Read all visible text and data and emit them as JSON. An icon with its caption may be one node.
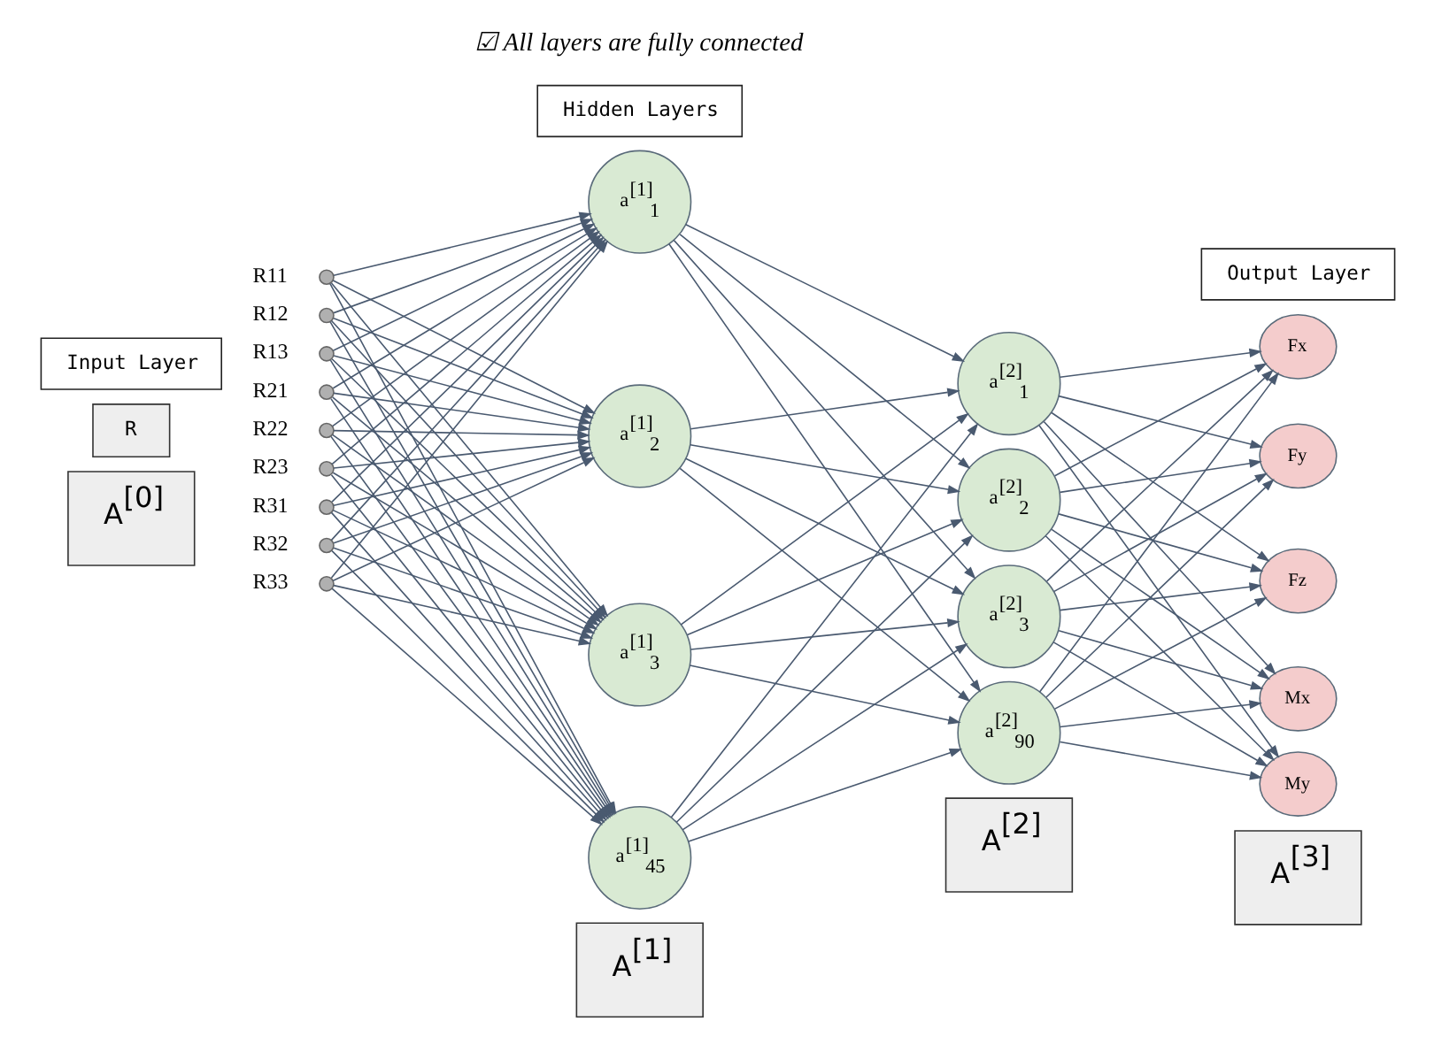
{
  "diagram": {
    "nodes": [
      {
        "text": [
          "Input Layer"
        ]
      },
      {
        "text": [
          "Hidden Layers"
        ]
      },
      {
        "text": [
          "Output Layer"
        ]
      },
      {
        "text": [
          "R"
        ]
      },
      {
        "text": [],
        "shape": "circle",
        "beside": [
          "R11"
        ]
      },
      {
        "text": [],
        "shape": "circle",
        "beside": [
          "R12"
        ]
      },
      {
        "text": [],
        "shape": "circle",
        "beside": [
          "R13"
        ]
      },
      {
        "text": [],
        "shape": "circle",
        "beside": [
          "R21"
        ]
      },
      {
        "text": [],
        "shape": "circle",
        "beside": [
          "R22"
        ]
      },
      {
        "text": [],
        "shape": "circle",
        "beside": [
          "R23"
        ]
      },
      {
        "text": [],
        "shape": "circle",
        "beside": [
          "R31"
        ]
      },
      {
        "text": [],
        "shape": "circle",
        "beside": [
          "R32"
        ]
      },
      {
        "text": [],
        "shape": "circle",
        "beside": [
          "R33"
        ]
      },
      {
        "text": [
          "a$^{[1]}$$_{1}$"
        ]
      },
      {
        "text": [
          "a$^{[1]}$$_{2}$"
        ]
      },
      {
        "text": [
          "a$^{[1]}$$_{3}$"
        ]
      },
      {
        "text": [
          "a$^{[1]}$$_{45}$"
        ]
      },
      {
        "text": [
          "a$^{[2]}$$_{1}$"
        ]
      },
      {
        "text": [
          "a$^{[2]}$$_{2}$"
        ]
      },
      {
        "text": [
          "a$^{[2]}$$_{3}$"
        ]
      },
      {
        "text": [
          "a$^{[2]}$$_{90}$"
        ]
      },
      {
        "text": [
          "Fx"
        ]
      },
      {
        "text": [
          "Fy"
        ]
      },
      {
        "text": [
          "Fz"
        ]
      },
      {
        "text": [
          "Mx"
        ]
      },
      {
        "text": [
          "My"
        ]
      },
      {
        "text": [
          "A$^{[0]}$"
        ]
      },
      {
        "text": [
          "A$^{[1]}$"
        ]
      },
      {
        "text": [
          "A$^{[2]}$"
        ]
      },
      {
        "text": [
          "A$^{[3]}$"
        ]
      }
    ],
    "edges": [
      {
        "from": 4,
        "to": 13,
        "arrow": "to"
      },
      {
        "from": 4,
        "to": 14,
        "arrow": "to"
      },
      {
        "from": 4,
        "to": 15,
        "arrow": "to"
      },
      {
        "from": 4,
        "to": 16,
        "arrow": "to"
      },
      {
        "from": 5,
        "to": 13,
        "arrow": "to"
      },
      {
        "from": 5,
        "to": 14,
        "arrow": "to"
      },
      {
        "from": 5,
        "to": 15,
        "arrow": "to"
      },
      {
        "from": 5,
        "to": 16,
        "arrow": "to"
      },
      {
        "from": 6,
        "to": 13,
        "arrow": "to"
      },
      {
        "from": 6,
        "to": 14,
        "arrow": "to"
      },
      {
        "from": 6,
        "to": 15,
        "arrow": "to"
      },
      {
        "from": 6,
        "to": 16,
        "arrow": "to"
      },
      {
        "from": 7,
        "to": 13,
        "arrow": "to"
      },
      {
        "from": 7,
        "to": 14,
        "arrow": "to"
      },
      {
        "from": 7,
        "to": 15,
        "arrow": "to"
      },
      {
        "from": 7,
        "to": 16,
        "arrow": "to"
      },
      {
        "from": 8,
        "to": 13,
        "arrow": "to"
      },
      {
        "from": 8,
        "to": 14,
        "arrow": "to"
      },
      {
        "from": 8,
        "to": 15,
        "arrow": "to"
      },
      {
        "from": 8,
        "to": 16,
        "arrow": "to"
      },
      {
        "from": 9,
        "to": 13,
        "arrow": "to"
      },
      {
        "from": 9,
        "to": 14,
        "arrow": "to"
      },
      {
        "from": 9,
        "to": 15,
        "arrow": "to"
      },
      {
        "from": 9,
        "to": 16,
        "arrow": "to"
      },
      {
        "from": 10,
        "to": 13,
        "arrow": "to"
      },
      {
        "from": 10,
        "to": 14,
        "arrow": "to"
      },
      {
        "from": 10,
        "to": 15,
        "arrow": "to"
      },
      {
        "from": 10,
        "to": 16,
        "arrow": "to"
      },
      {
        "from": 11,
        "to": 13,
        "arrow": "to"
      },
      {
        "from": 11,
        "to": 14,
        "arrow": "to"
      },
      {
        "from": 11,
        "to": 15,
        "arrow": "to"
      },
      {
        "from": 11,
        "to": 16,
        "arrow": "to"
      },
      {
        "from": 12,
        "to": 13,
        "arrow": "to"
      },
      {
        "from": 12,
        "to": 14,
        "arrow": "to"
      },
      {
        "from": 12,
        "to": 15,
        "arrow": "to"
      },
      {
        "from": 12,
        "to": 16,
        "arrow": "to"
      },
      {
        "from": 13,
        "to": 17,
        "arrow": "to"
      },
      {
        "from": 13,
        "to": 18,
        "arrow": "to"
      },
      {
        "from": 13,
        "to": 19,
        "arrow": "to"
      },
      {
        "from": 13,
        "to": 20,
        "arrow": "to"
      },
      {
        "from": 14,
        "to": 17,
        "arrow": "to"
      },
      {
        "from": 14,
        "to": 18,
        "arrow": "to"
      },
      {
        "from": 14,
        "to": 19,
        "arrow": "to"
      },
      {
        "from": 14,
        "to": 20,
        "arrow": "to"
      },
      {
        "from": 15,
        "to": 17,
        "arrow": "to"
      },
      {
        "from": 15,
        "to": 18,
        "arrow": "to"
      },
      {
        "from": 15,
        "to": 19,
        "arrow": "to"
      },
      {
        "from": 15,
        "to": 20,
        "arrow": "to"
      },
      {
        "from": 16,
        "to": 17,
        "arrow": "to"
      },
      {
        "from": 16,
        "to": 18,
        "arrow": "to"
      },
      {
        "from": 16,
        "to": 19,
        "arrow": "to"
      },
      {
        "from": 16,
        "to": 20,
        "arrow": "to"
      },
      {
        "from": 17,
        "to": 21,
        "arrow": "to"
      },
      {
        "from": 17,
        "to": 22,
        "arrow": "to"
      },
      {
        "from": 17,
        "to": 23,
        "arrow": "to"
      },
      {
        "from": 17,
        "to": 24,
        "arrow": "to"
      },
      {
        "from": 17,
        "to": 25,
        "arrow": "to"
      },
      {
        "from": 18,
        "to": 21,
        "arrow": "to"
      },
      {
        "from": 18,
        "to": 22,
        "arrow": "to"
      },
      {
        "from": 18,
        "to": 23,
        "arrow": "to"
      },
      {
        "from": 18,
        "to": 24,
        "arrow": "to"
      },
      {
        "from": 18,
        "to": 25,
        "arrow": "to"
      },
      {
        "from": 19,
        "to": 21,
        "arrow": "to"
      },
      {
        "from": 19,
        "to": 22,
        "arrow": "to"
      },
      {
        "from": 19,
        "to": 23,
        "arrow": "to"
      },
      {
        "from": 19,
        "to": 24,
        "arrow": "to"
      },
      {
        "from": 19,
        "to": 25,
        "arrow": "to"
      },
      {
        "from": 20,
        "to": 21,
        "arrow": "to"
      },
      {
        "from": 20,
        "to": 22,
        "arrow": "to"
      },
      {
        "from": 20,
        "to": 23,
        "arrow": "to"
      },
      {
        "from": 20,
        "to": 24,
        "arrow": "to"
      },
      {
        "from": 20,
        "to": 25,
        "arrow": "to"
      }
    ],
    "labels": [
      "☑ All layers are fully connected"
    ]
  }
}
